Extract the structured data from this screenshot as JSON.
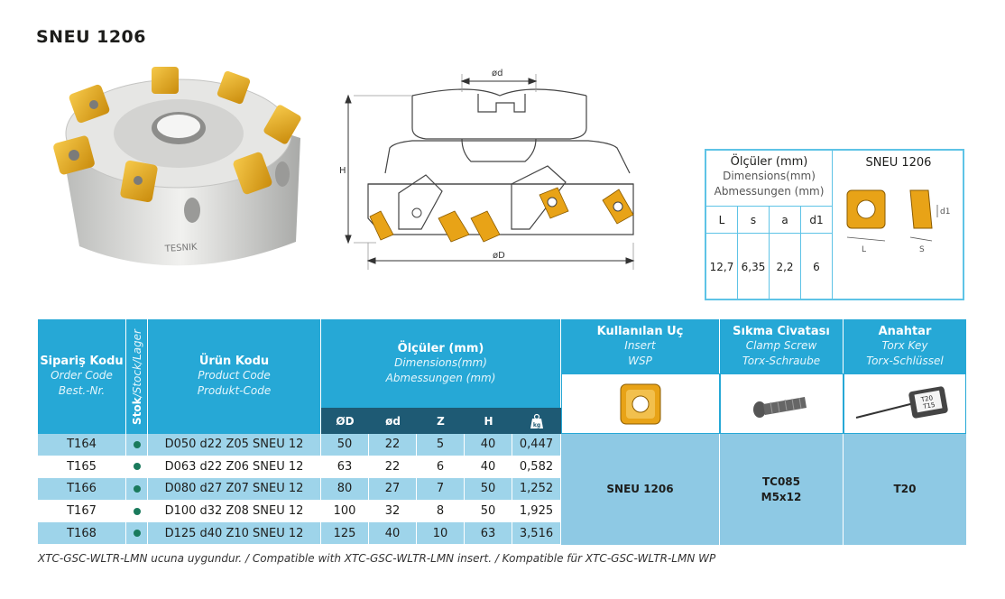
{
  "page": {
    "title": "SNEU 1206"
  },
  "photo": {
    "engraving": "TESNIK"
  },
  "drawing": {
    "labels": {
      "d": "ød",
      "D": "øD",
      "H": "H"
    }
  },
  "dimensions_box": {
    "title_line1": "Ölçüler (mm)",
    "title_line2": "Dimensions(mm)",
    "title_line3": "Abmessungen (mm)",
    "insert_title": "SNEU 1206",
    "headers": [
      "L",
      "s",
      "a",
      "d1"
    ],
    "values": [
      "12,7",
      "6,35",
      "2,2",
      "6"
    ],
    "diagram_labels": {
      "L": "L",
      "S": "S",
      "d1": "d1"
    }
  },
  "table": {
    "headers": {
      "order_code": {
        "title": "Sipariş Kodu",
        "en": "Order Code",
        "de": "Best.-Nr."
      },
      "stock": {
        "bold": "Stok",
        "rest": "/Stock/Lager"
      },
      "product_code": {
        "title": "Ürün Kodu",
        "en": "Product Code",
        "de": "Produkt-Code"
      },
      "dimensions": {
        "title": "Ölçüler (mm)",
        "en": "Dimensions(mm)",
        "de": "Abmessungen (mm)"
      },
      "insert": {
        "title": "Kullanılan Uç",
        "en": "Insert",
        "de": "WSP"
      },
      "screw": {
        "title": "Sıkma Civatası",
        "en": "Clamp Screw",
        "de": "Torx-Schraube"
      },
      "key": {
        "title": "Anahtar",
        "en": "Torx Key",
        "de": "Torx-Schlüssel"
      }
    },
    "subheaders": [
      "ØD",
      "ød",
      "Z",
      "H"
    ],
    "weight_icon": "kg",
    "rows": [
      {
        "order": "T164",
        "product": "D050 d22 Z05 SNEU 12",
        "D": "50",
        "d": "22",
        "Z": "5",
        "H": "40",
        "kg": "0,447"
      },
      {
        "order": "T165",
        "product": "D063 d22 Z06 SNEU 12",
        "D": "63",
        "d": "22",
        "Z": "6",
        "H": "40",
        "kg": "0,582"
      },
      {
        "order": "T166",
        "product": "D080 d27 Z07 SNEU 12",
        "D": "80",
        "d": "27",
        "Z": "7",
        "H": "50",
        "kg": "1,252"
      },
      {
        "order": "T167",
        "product": "D100 d32 Z08 SNEU 12",
        "D": "100",
        "d": "32",
        "Z": "8",
        "H": "50",
        "kg": "1,925"
      },
      {
        "order": "T168",
        "product": "D125 d40 Z10 SNEU 12",
        "D": "125",
        "d": "40",
        "Z": "10",
        "H": "63",
        "kg": "3,516"
      }
    ],
    "insert_value": "SNEU 1206",
    "screw_value_1": "TC085",
    "screw_value_2": "M5x12",
    "key_value": "T20",
    "key_label_1": "T20",
    "key_label_2": "T15"
  },
  "footnote": "XTC-GSC-WLTR-LMN ucuna uygundur. / Compatible with XTC-GSC-WLTR-LMN  insert. / Kompatible für XTC-GSC-WLTR-LMN WP",
  "colors": {
    "header": "#26a8d6",
    "subheader": "#1e5a74",
    "row_alt": "#9ed4ea",
    "insert_gold": "#e8a317",
    "stock_dot": "#1a7a5c"
  }
}
